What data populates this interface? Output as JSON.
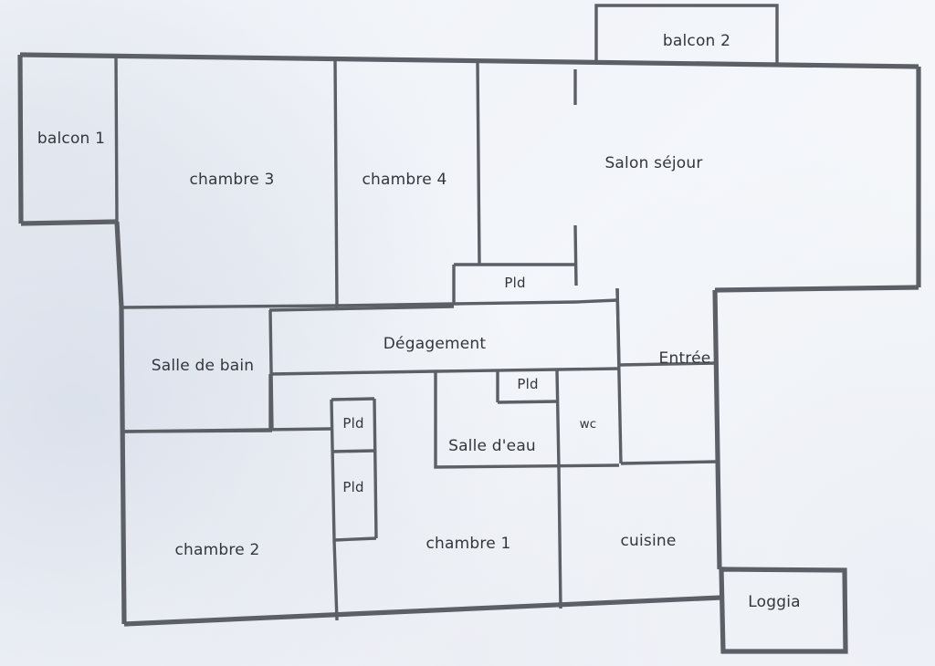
{
  "document": {
    "type": "floor-plan",
    "language": "fr",
    "background_color": "#f2f5f9",
    "wall_color": "#5c5f66",
    "label_color": "#33363c"
  },
  "rooms": [
    {
      "id": "balcon1",
      "label": "balcon 1",
      "kind": "balcony"
    },
    {
      "id": "balcon2",
      "label": "balcon 2",
      "kind": "balcony"
    },
    {
      "id": "chambre3",
      "label": "chambre 3",
      "kind": "bedroom"
    },
    {
      "id": "chambre4",
      "label": "chambre 4",
      "kind": "bedroom"
    },
    {
      "id": "salon",
      "label": "Salon séjour",
      "kind": "living-room"
    },
    {
      "id": "pld_salon",
      "label": "Pld",
      "kind": "closet"
    },
    {
      "id": "degagement",
      "label": "Dégagement",
      "kind": "hallway"
    },
    {
      "id": "salledebain",
      "label": "Salle de bain",
      "kind": "bathroom"
    },
    {
      "id": "entree",
      "label": "Entrée",
      "kind": "entry"
    },
    {
      "id": "pld_salledeau",
      "label": "Pld",
      "kind": "closet"
    },
    {
      "id": "salledeau",
      "label": "Salle d'eau",
      "kind": "shower-room"
    },
    {
      "id": "wc",
      "label": "wc",
      "kind": "toilet"
    },
    {
      "id": "pld_couloir_1",
      "label": "Pld",
      "kind": "closet"
    },
    {
      "id": "pld_couloir_2",
      "label": "Pld",
      "kind": "closet"
    },
    {
      "id": "chambre2",
      "label": "chambre 2",
      "kind": "bedroom"
    },
    {
      "id": "chambre1",
      "label": "chambre 1",
      "kind": "bedroom"
    },
    {
      "id": "cuisine",
      "label": "cuisine",
      "kind": "kitchen"
    },
    {
      "id": "loggia",
      "label": "Loggia",
      "kind": "loggia"
    }
  ]
}
